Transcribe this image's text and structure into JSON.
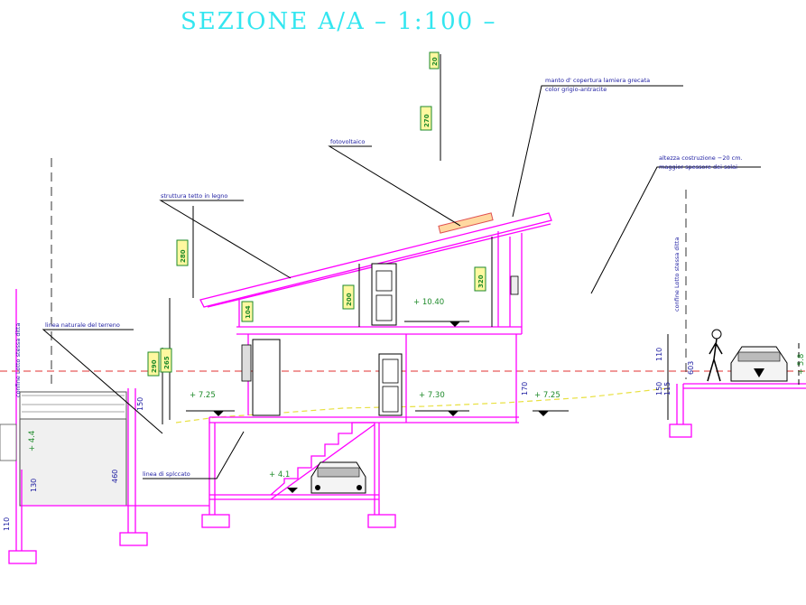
{
  "title": "SEZIONE A/A – 1:100 –",
  "annotations": {
    "roof_covering_line1": "manto d' copertura lamiera grecata",
    "roof_covering_line2": "color grigio-antracite",
    "photovoltaic": "fotovoltaico",
    "roof_structure": "struttura tetto in legno",
    "height_note_line1": "altezza costruzione −20 cm.",
    "height_note_line2": "maggior spessore dei solai",
    "natural_ground": "linea naturale del terreno",
    "excavation": "linea di splccato",
    "boundary_left": "confine Lotto stessa ditta",
    "boundary_right": "confine Lotto stessa ditta"
  },
  "levels": {
    "roof_floor": "+ 10.40",
    "ground_left": "+ 7.25",
    "ground_center": "+ 7.30",
    "ground_right": "+ 7.25",
    "garage": "+ 4.1",
    "left_ground": "+ 4.4",
    "right_street": "+ 5.8"
  },
  "dimensions": {
    "top_20": "20",
    "top_270": "270",
    "roof_280": "280",
    "upper_200": "200",
    "upper_320": "320",
    "upper_104": "104",
    "left_290": "290",
    "left_265": "265",
    "left_150": "150",
    "right_110": "110",
    "right_150": "150",
    "right_115": "115",
    "right_170": "170",
    "wall_460": "460",
    "small_130": "130",
    "small_110": "110",
    "small_603": "603"
  },
  "colors": {
    "title": "#33e6f0",
    "structure": "#ff00ff",
    "datum_line": "#e03030",
    "ground_line": "#e8e040",
    "label_box": "#fff8a0"
  }
}
